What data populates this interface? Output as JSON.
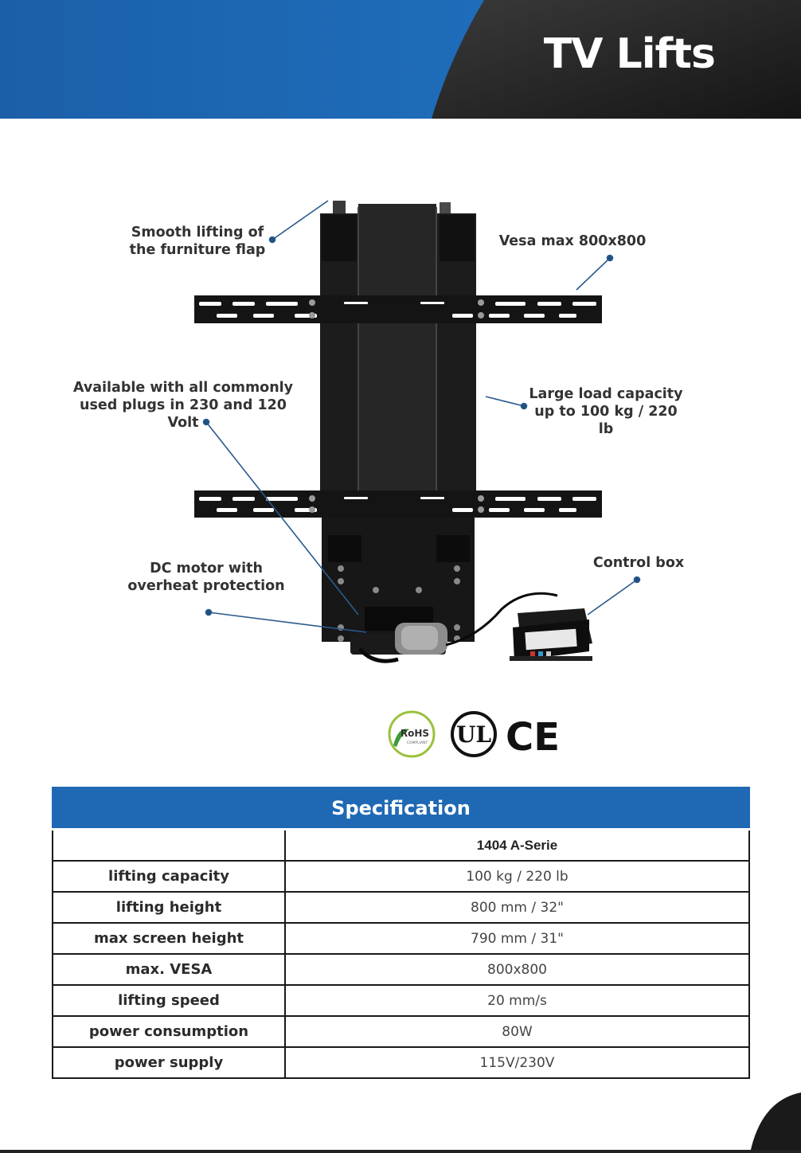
{
  "header": {
    "title": "TV Lifts",
    "brand_color": "#1f69b4",
    "dark_color": "#262626"
  },
  "callouts": {
    "smooth": "Smooth lifting of\nthe furniture flap",
    "vesa": "Vesa max 800x800",
    "plugs": "Available with all commonly\nused plugs in 230 and 120 Volt",
    "load": "Large load capacity\nup to 100 kg / 220 lb",
    "motor": "DC motor with\noverheat protection",
    "control": "Control box"
  },
  "certifications": {
    "rohs": "RoHS",
    "rohs_sub": "COMPLIANT",
    "ul": "UL",
    "ce": "CE"
  },
  "spec": {
    "title": "Specification",
    "model": "1404 A-Serie",
    "rows": [
      {
        "label": "lifting capacity",
        "value": "100 kg / 220 lb"
      },
      {
        "label": "lifting height",
        "value": "800 mm / 32\""
      },
      {
        "label": "max screen height",
        "value": "790 mm / 31\""
      },
      {
        "label": "max. VESA",
        "value": "800x800"
      },
      {
        "label": "lifting speed",
        "value": "20 mm/s"
      },
      {
        "label": "power consumption",
        "value": "80W"
      },
      {
        "label": "power supply",
        "value": "115V/230V"
      }
    ]
  },
  "icons": [
    "tv-lift-product-image",
    "control-box-icon",
    "rohs-icon",
    "ul-icon",
    "ce-icon"
  ]
}
